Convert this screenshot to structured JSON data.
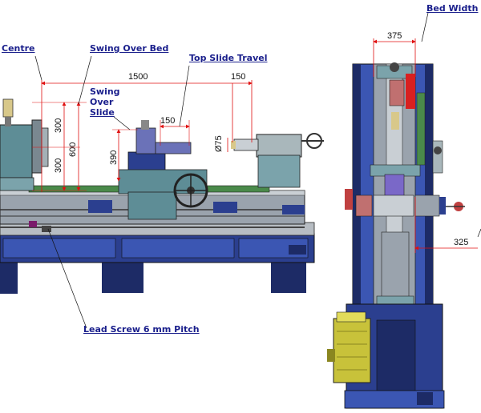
{
  "labels": {
    "centre": "Centre",
    "swing_over_bed": "Swing Over Bed",
    "top_slide_travel": "Top Slide Travel",
    "swing_over_slide_1": "Swing",
    "swing_over_slide_2": "Over",
    "swing_over_slide_3": "Slide",
    "lead_screw": "Lead Screw 6 mm Pitch",
    "bed_width": "Bed Width"
  },
  "dimensions": {
    "d1500": "1500",
    "d150_top": "150",
    "d150_slide": "150",
    "d300_top": "300",
    "d300_bottom": "300",
    "d600": "600",
    "d390": "390",
    "d75": "Ø75",
    "d375": "375",
    "d325": "325"
  },
  "colors": {
    "label_text": "#1a1f8c",
    "dim_line": "#e01010",
    "frame_blue": "#2b3f8f",
    "bed_grey": "#9aa3ad",
    "motor_yellow": "#c8c23a",
    "green_panel": "#4a8a4a",
    "dark_navy": "#1d2b66"
  }
}
